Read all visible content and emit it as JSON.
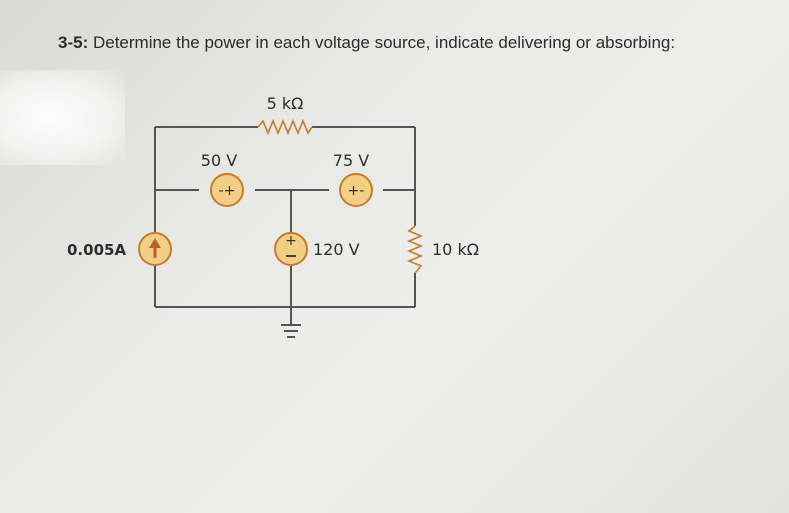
{
  "question": {
    "number": "3-5:",
    "text": "Determine the power in each voltage source, indicate delivering or absorbing:"
  },
  "circuit": {
    "resistor_top_label": "5 kΩ",
    "resistor_right_label": "10 kΩ",
    "source_50_label": "50 V",
    "source_75_label": "75 V",
    "source_120_label": "120 V",
    "current_source_label": "0.005A",
    "source_50_polarity": "-+",
    "source_75_polarity": "+-",
    "source_120_polarity": "+",
    "colors": {
      "wire": "#555555",
      "source_fill": "#f3cf86",
      "source_stroke": "#c77b2c",
      "current_arrow": "#b9622a"
    }
  }
}
